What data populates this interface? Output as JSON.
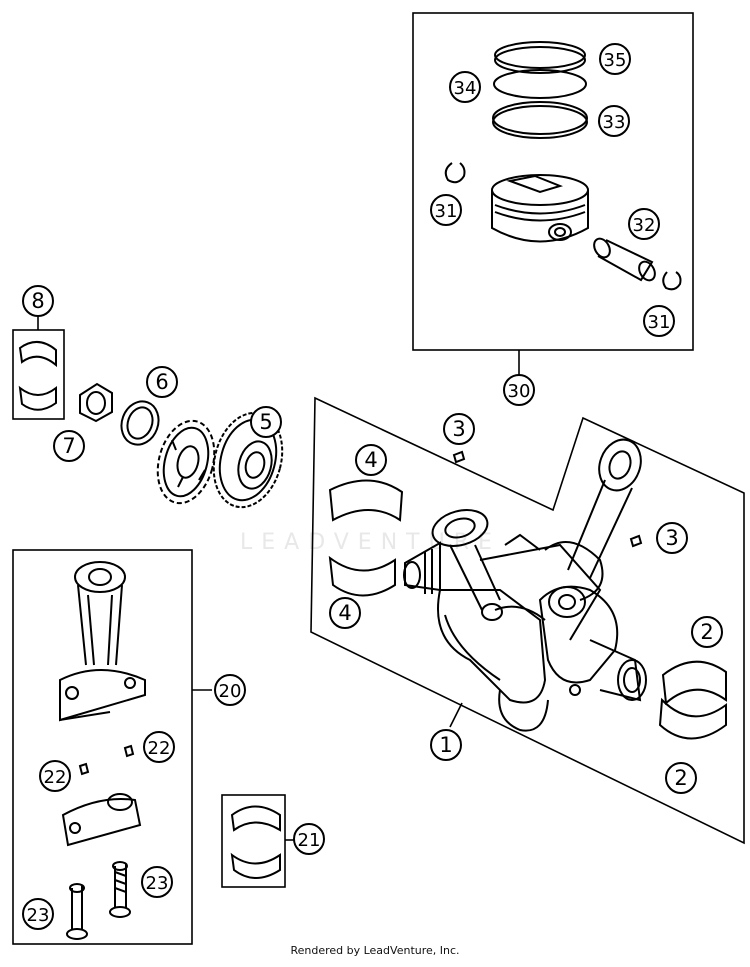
{
  "callouts": [
    {
      "id": "c35",
      "label": "35"
    },
    {
      "id": "c34",
      "label": "34"
    },
    {
      "id": "c33",
      "label": "33"
    },
    {
      "id": "c31a",
      "label": "31"
    },
    {
      "id": "c32",
      "label": "32"
    },
    {
      "id": "c31b",
      "label": "31"
    },
    {
      "id": "c30",
      "label": "30"
    },
    {
      "id": "c8",
      "label": "8"
    },
    {
      "id": "c6",
      "label": "6"
    },
    {
      "id": "c7",
      "label": "7"
    },
    {
      "id": "c5",
      "label": "5"
    },
    {
      "id": "c3a",
      "label": "3"
    },
    {
      "id": "c4a",
      "label": "4"
    },
    {
      "id": "c3b",
      "label": "3"
    },
    {
      "id": "c4b",
      "label": "4"
    },
    {
      "id": "c2a",
      "label": "2"
    },
    {
      "id": "c2b",
      "label": "2"
    },
    {
      "id": "c1",
      "label": "1"
    },
    {
      "id": "c20",
      "label": "20"
    },
    {
      "id": "c22a",
      "label": "22"
    },
    {
      "id": "c22b",
      "label": "22"
    },
    {
      "id": "c21",
      "label": "21"
    },
    {
      "id": "c23a",
      "label": "23"
    },
    {
      "id": "c23b",
      "label": "23"
    }
  ],
  "footer": "Rendered by LeadVenture, Inc.",
  "watermark": "LEADVENTURE"
}
